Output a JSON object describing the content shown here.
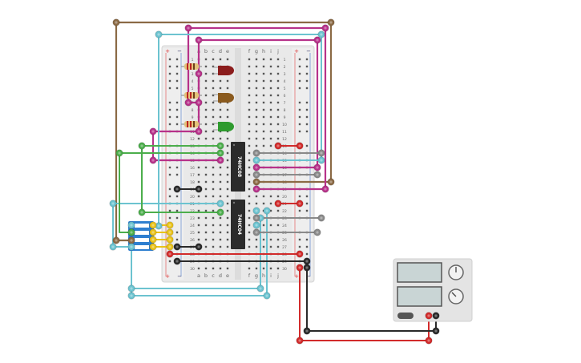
{
  "breadboard": {
    "col_labels_left": [
      "a",
      "b",
      "c",
      "d",
      "e"
    ],
    "col_labels_right": [
      "f",
      "g",
      "h",
      "i",
      "j"
    ],
    "row_numbers": [
      "1",
      "2",
      "3",
      "4",
      "5",
      "6",
      "7",
      "8",
      "9",
      "10",
      "11",
      "12",
      "13",
      "14",
      "15",
      "16",
      "17",
      "18",
      "19",
      "20",
      "21",
      "22",
      "23",
      "24",
      "25",
      "26",
      "27",
      "28",
      "29",
      "30"
    ],
    "rail_plus": "+",
    "rail_minus": "−"
  },
  "chips": [
    {
      "label": "74HC08"
    },
    {
      "label": "74HC04"
    }
  ],
  "leds": [
    {
      "color": "#8b1c1c"
    },
    {
      "color": "#8a5a1e"
    },
    {
      "color": "#2e9a2e"
    }
  ],
  "resistors": [
    {
      "name": "resistor-1"
    },
    {
      "name": "resistor-2"
    },
    {
      "name": "resistor-3"
    }
  ],
  "dip_switch": {
    "positions": 4,
    "color": "#2e7fd0"
  },
  "power_supply": {
    "display_top": "",
    "display_bottom": "",
    "knob_labels": [
      "",
      ""
    ],
    "terminal_colors": [
      "#d22b2b",
      "#2a2a2a"
    ]
  },
  "wire_colors": {
    "brown": "#8b6a45",
    "magenta": "#b7328a",
    "cyan": "#6cc3d0",
    "green": "#4cae4c",
    "red": "#d22b2b",
    "black": "#2a2a2a",
    "gray": "#8a8a8a",
    "yellow": "#e9c21a"
  }
}
